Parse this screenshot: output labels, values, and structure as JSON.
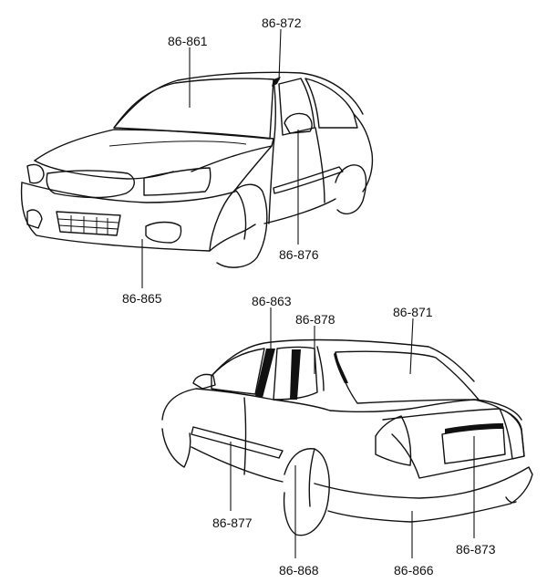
{
  "callouts": {
    "c861": "86-861",
    "c872": "86-872",
    "c876": "86-876",
    "c865": "86-865",
    "c863": "86-863",
    "c878": "86-878",
    "c871": "86-871",
    "c877": "86-877",
    "c868": "86-868",
    "c866": "86-866",
    "c873": "86-873"
  }
}
